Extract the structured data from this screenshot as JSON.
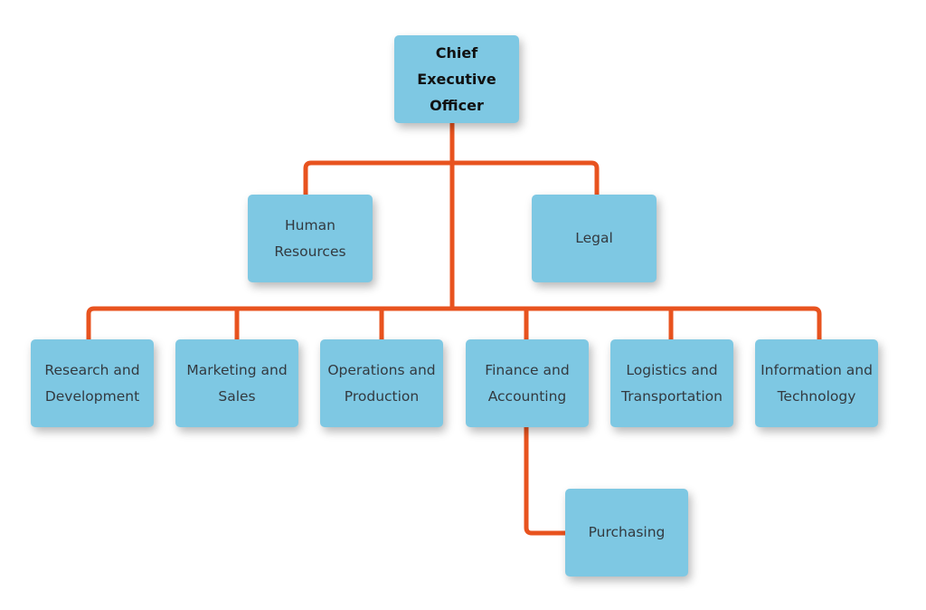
{
  "colors": {
    "box_fill": "#7ec8e3",
    "connector": "#e8531f",
    "text": "#333a40"
  },
  "org_chart": {
    "root": {
      "label": "Chief Executive\nOfficer"
    },
    "staff": [
      {
        "label": "Human\nResources"
      },
      {
        "label": "Legal"
      }
    ],
    "departments": [
      {
        "label": "Research and\nDevelopment"
      },
      {
        "label": "Marketing and\nSales"
      },
      {
        "label": "Operations and\nProduction"
      },
      {
        "label": "Finance and\nAccounting"
      },
      {
        "label": "Logistics and\nTransportation"
      },
      {
        "label": "Information and\nTechnology"
      }
    ],
    "sub_units": [
      {
        "parent": "Finance and Accounting",
        "label": "Purchasing"
      }
    ]
  }
}
